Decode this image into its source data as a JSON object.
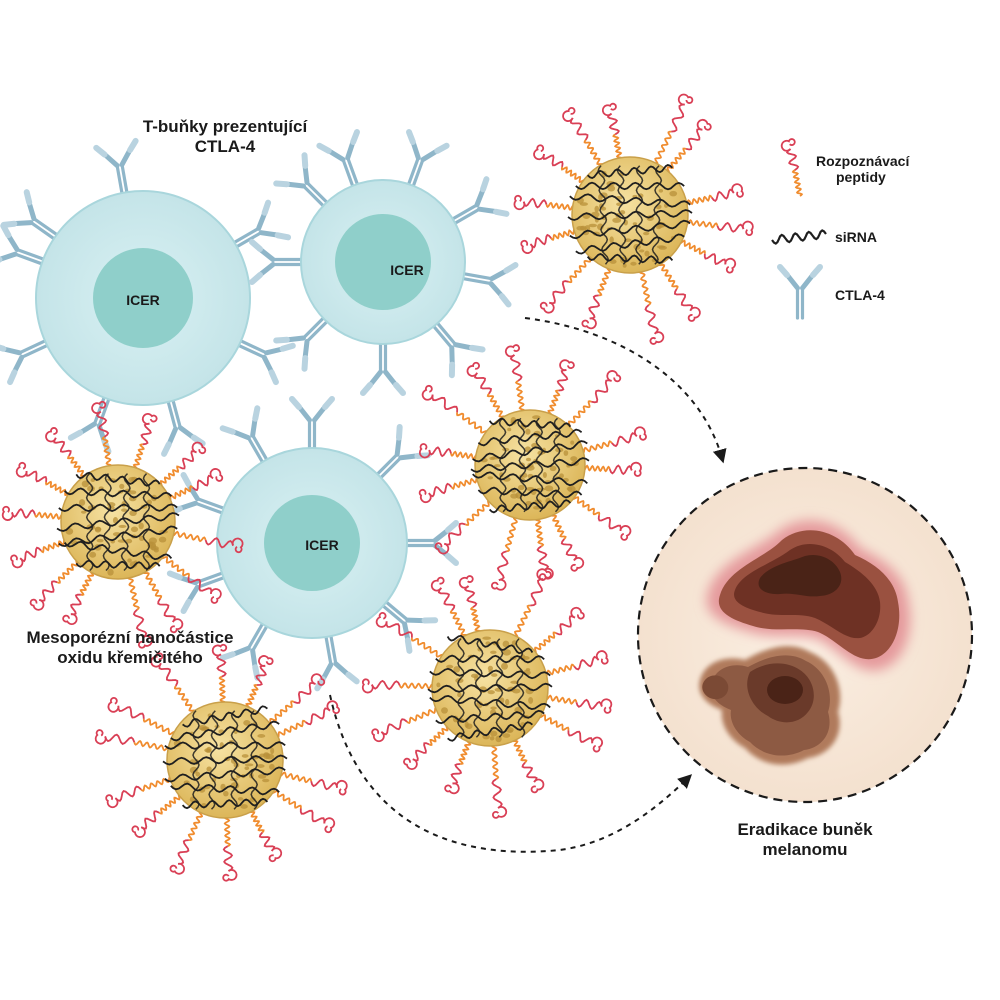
{
  "labels": {
    "tcell_line1": "T-buňky prezentující",
    "tcell_line2": "CTLA-4",
    "nanoparticle_line1": "Mesoporézní nanočástice",
    "nanoparticle_line2": "oxidu křemičitého",
    "eradication_line1": "Eradikace buněk",
    "eradication_line2": "melanomu",
    "cell_nucleus": "ICER"
  },
  "legend": {
    "peptides_line1": "Rozpoznávací",
    "peptides_line2": "peptidy",
    "sirna": "siRNA",
    "ctla4": "CTLA-4"
  },
  "colors": {
    "cell_body": "#cdeaed",
    "cell_outline": "#a9d6dc",
    "nucleus": "#8fcfca",
    "receptor": "#8fb6c9",
    "particle": "#e7c874",
    "particle_pore": "#b8903a",
    "peptide_red": "#d93f55",
    "peptide_orange": "#f08c2e",
    "sirna": "#1f1f1f",
    "tumor_bg": "#f8e9da",
    "tumor_dark": "#4a2317",
    "tumor_glow": "#e8868a"
  }
}
